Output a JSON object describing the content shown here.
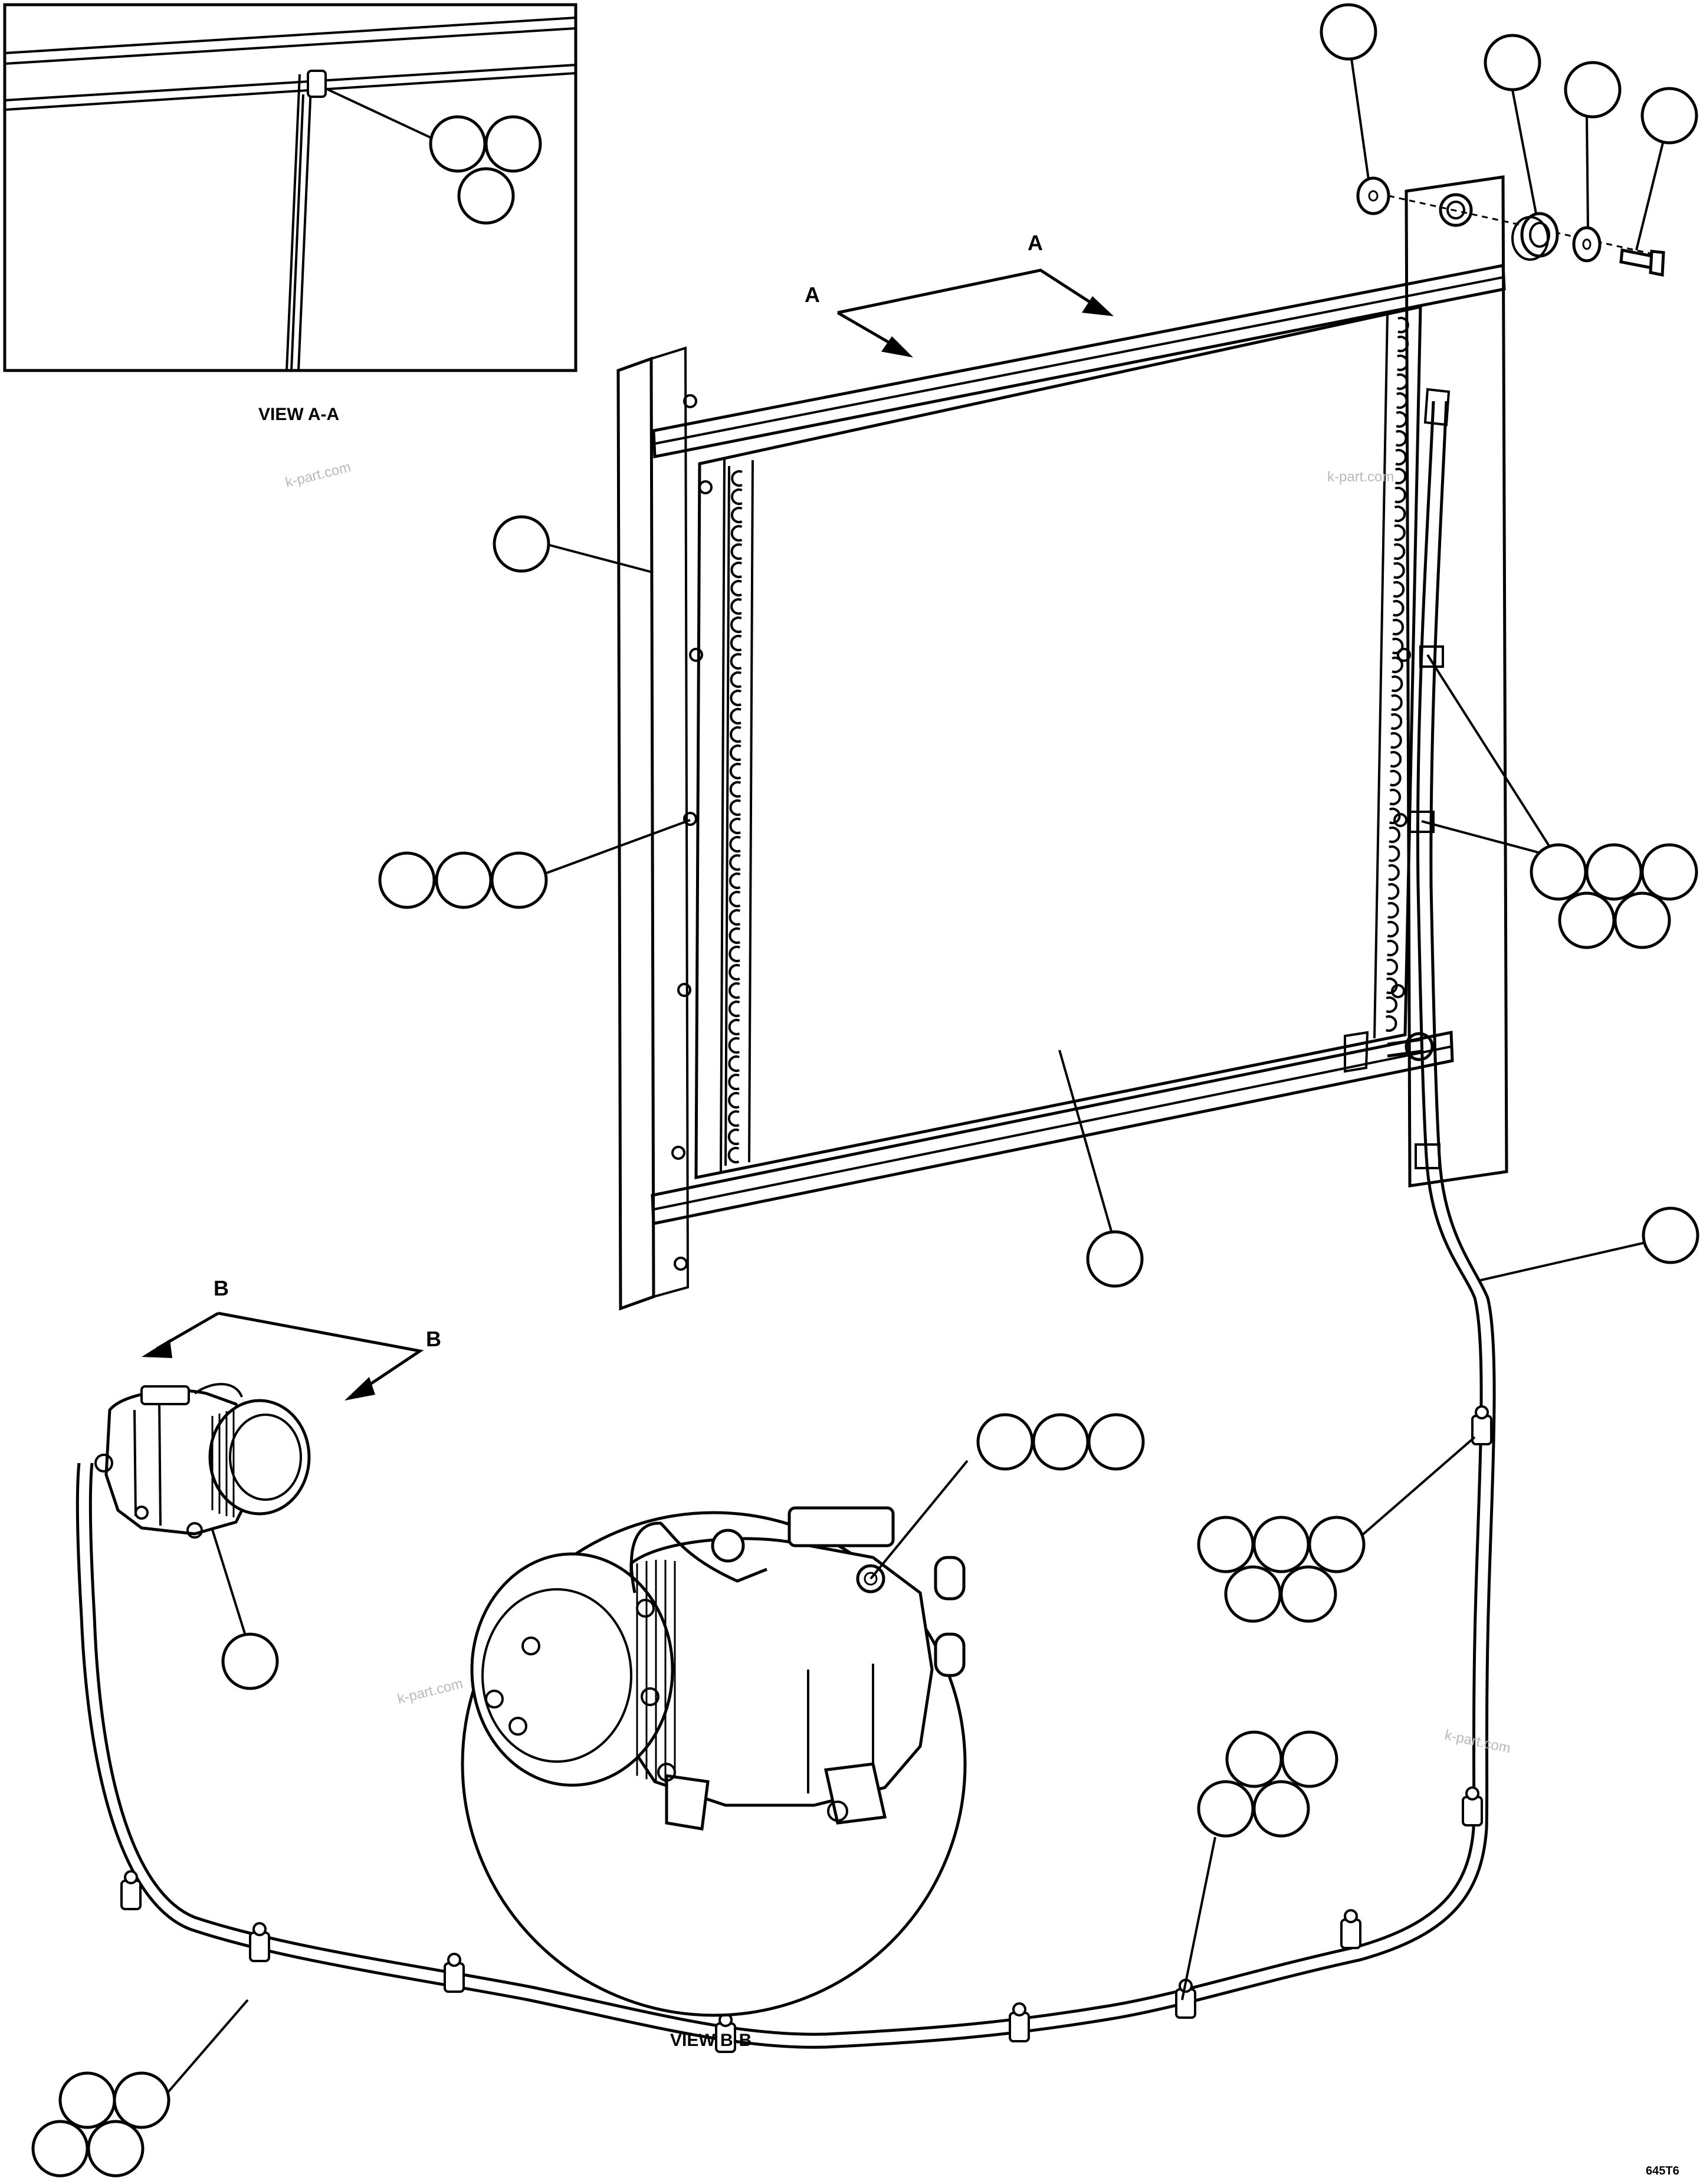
{
  "labels": {
    "view_a_title": "VIEW A-A",
    "view_b_title": "VIEW B-B",
    "section_a_left": "A",
    "section_a_right": "A",
    "section_b_left": "B",
    "section_b_right": "B",
    "doc_number": "645T6"
  },
  "watermarks": [
    "k-part.com",
    "k-part.com",
    "k-part.com",
    "k-part.com"
  ],
  "colors": {
    "line": "#000000",
    "background": "#ffffff",
    "watermark": "#b8b8b8"
  }
}
